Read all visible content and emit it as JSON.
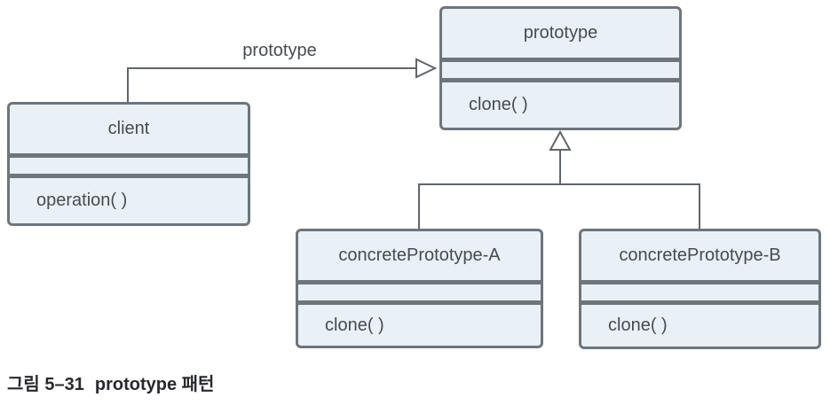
{
  "colors": {
    "background": "#ffffff",
    "box_fill": "#e9f1f7",
    "box_border": "#6d757d",
    "connector": "#5f666d",
    "class_text": "#454b51",
    "caption_text": "#26292e"
  },
  "diagram": {
    "type": "uml-class-diagram",
    "classes": [
      {
        "id": "client",
        "title": "client",
        "attributes": "",
        "method": "operation( )"
      },
      {
        "id": "prototype",
        "title": "prototype",
        "attributes": "",
        "method": "clone( )"
      },
      {
        "id": "concretePrototype-A",
        "title": "concretePrototype-A",
        "attributes": "",
        "method": "clone( )"
      },
      {
        "id": "concretePrototype-B",
        "title": "concretePrototype-B",
        "attributes": "",
        "method": "clone( )"
      }
    ],
    "edges": [
      {
        "from": "client",
        "to": "prototype",
        "type": "open-triangle-arrow",
        "label": "prototype"
      },
      {
        "from": "concretePrototype-A",
        "to": "prototype",
        "type": "generalization",
        "label": ""
      },
      {
        "from": "concretePrototype-B",
        "to": "prototype",
        "type": "generalization",
        "label": ""
      }
    ]
  },
  "caption": {
    "figure_label": "그림 5–31",
    "figure_title": "prototype 패턴"
  }
}
